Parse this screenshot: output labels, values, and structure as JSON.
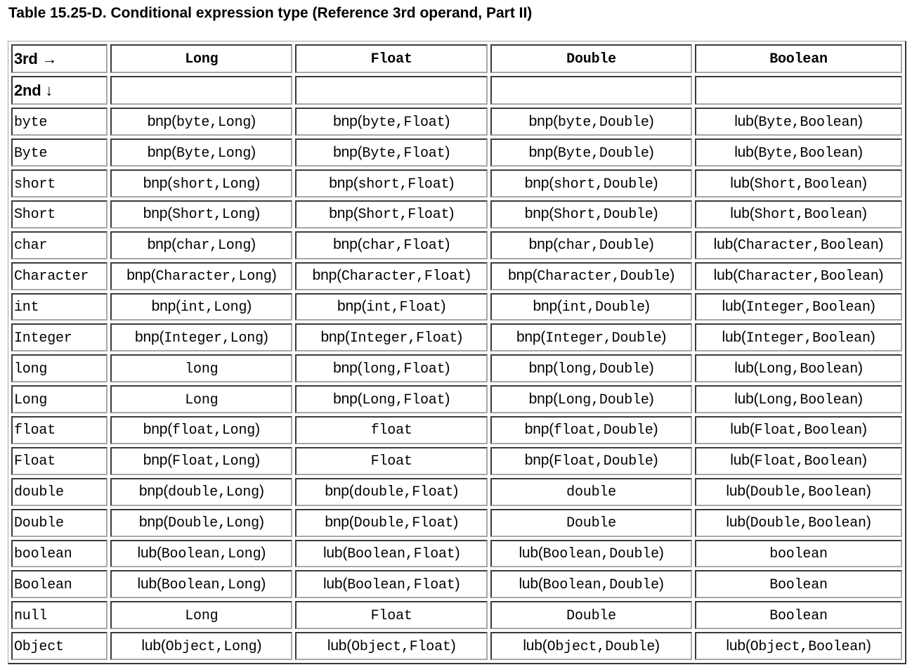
{
  "title": "Table 15.25-D. Conditional expression type (Reference 3rd operand, Part II)",
  "header": {
    "corner_top": "3rd →",
    "corner_bottom": "2nd ↓",
    "columns": [
      "Long",
      "Float",
      "Double",
      "Boolean"
    ]
  },
  "rows": [
    {
      "label": "byte",
      "cells": [
        {
          "fn": "bnp",
          "args": "byte,Long"
        },
        {
          "fn": "bnp",
          "args": "byte,Float"
        },
        {
          "fn": "bnp",
          "args": "byte,Double"
        },
        {
          "fn": "lub",
          "args": "Byte,Boolean"
        }
      ]
    },
    {
      "label": "Byte",
      "cells": [
        {
          "fn": "bnp",
          "args": "Byte,Long"
        },
        {
          "fn": "bnp",
          "args": "Byte,Float"
        },
        {
          "fn": "bnp",
          "args": "Byte,Double"
        },
        {
          "fn": "lub",
          "args": "Byte,Boolean"
        }
      ]
    },
    {
      "label": "short",
      "cells": [
        {
          "fn": "bnp",
          "args": "short,Long"
        },
        {
          "fn": "bnp",
          "args": "short,Float"
        },
        {
          "fn": "bnp",
          "args": "short,Double"
        },
        {
          "fn": "lub",
          "args": "Short,Boolean"
        }
      ]
    },
    {
      "label": "Short",
      "cells": [
        {
          "fn": "bnp",
          "args": "Short,Long"
        },
        {
          "fn": "bnp",
          "args": "Short,Float"
        },
        {
          "fn": "bnp",
          "args": "Short,Double"
        },
        {
          "fn": "lub",
          "args": "Short,Boolean"
        }
      ]
    },
    {
      "label": "char",
      "cells": [
        {
          "fn": "bnp",
          "args": "char,Long"
        },
        {
          "fn": "bnp",
          "args": "char,Float"
        },
        {
          "fn": "bnp",
          "args": "char,Double"
        },
        {
          "fn": "lub",
          "args": "Character,Boolean"
        }
      ]
    },
    {
      "label": "Character",
      "cells": [
        {
          "fn": "bnp",
          "args": "Character,Long"
        },
        {
          "fn": "bnp",
          "args": "Character,Float"
        },
        {
          "fn": "bnp",
          "args": "Character,Double"
        },
        {
          "fn": "lub",
          "args": "Character,Boolean"
        }
      ]
    },
    {
      "label": "int",
      "cells": [
        {
          "fn": "bnp",
          "args": "int,Long"
        },
        {
          "fn": "bnp",
          "args": "int,Float"
        },
        {
          "fn": "bnp",
          "args": "int,Double"
        },
        {
          "fn": "lub",
          "args": "Integer,Boolean"
        }
      ]
    },
    {
      "label": "Integer",
      "cells": [
        {
          "fn": "bnp",
          "args": "Integer,Long"
        },
        {
          "fn": "bnp",
          "args": "Integer,Float"
        },
        {
          "fn": "bnp",
          "args": "Integer,Double"
        },
        {
          "fn": "lub",
          "args": "Integer,Boolean"
        }
      ]
    },
    {
      "label": "long",
      "cells": [
        {
          "plain": "long"
        },
        {
          "fn": "bnp",
          "args": "long,Float"
        },
        {
          "fn": "bnp",
          "args": "long,Double"
        },
        {
          "fn": "lub",
          "args": "Long,Boolean"
        }
      ]
    },
    {
      "label": "Long",
      "cells": [
        {
          "plain": "Long"
        },
        {
          "fn": "bnp",
          "args": "Long,Float"
        },
        {
          "fn": "bnp",
          "args": "Long,Double"
        },
        {
          "fn": "lub",
          "args": "Long,Boolean"
        }
      ]
    },
    {
      "label": "float",
      "cells": [
        {
          "fn": "bnp",
          "args": "float,Long"
        },
        {
          "plain": "float"
        },
        {
          "fn": "bnp",
          "args": "float,Double"
        },
        {
          "fn": "lub",
          "args": "Float,Boolean"
        }
      ]
    },
    {
      "label": "Float",
      "cells": [
        {
          "fn": "bnp",
          "args": "Float,Long"
        },
        {
          "plain": "Float"
        },
        {
          "fn": "bnp",
          "args": "Float,Double"
        },
        {
          "fn": "lub",
          "args": "Float,Boolean"
        }
      ]
    },
    {
      "label": "double",
      "cells": [
        {
          "fn": "bnp",
          "args": "double,Long"
        },
        {
          "fn": "bnp",
          "args": "double,Float"
        },
        {
          "plain": "double"
        },
        {
          "fn": "lub",
          "args": "Double,Boolean"
        }
      ]
    },
    {
      "label": "Double",
      "cells": [
        {
          "fn": "bnp",
          "args": "Double,Long"
        },
        {
          "fn": "bnp",
          "args": "Double,Float"
        },
        {
          "plain": "Double"
        },
        {
          "fn": "lub",
          "args": "Double,Boolean"
        }
      ]
    },
    {
      "label": "boolean",
      "cells": [
        {
          "fn": "lub",
          "args": "Boolean,Long"
        },
        {
          "fn": "lub",
          "args": "Boolean,Float"
        },
        {
          "fn": "lub",
          "args": "Boolean,Double"
        },
        {
          "plain": "boolean"
        }
      ]
    },
    {
      "label": "Boolean",
      "cells": [
        {
          "fn": "lub",
          "args": "Boolean,Long"
        },
        {
          "fn": "lub",
          "args": "Boolean,Float"
        },
        {
          "fn": "lub",
          "args": "Boolean,Double"
        },
        {
          "plain": "Boolean"
        }
      ]
    },
    {
      "label": "null",
      "cells": [
        {
          "plain": "Long"
        },
        {
          "plain": "Float"
        },
        {
          "plain": "Double"
        },
        {
          "plain": "Boolean"
        }
      ]
    },
    {
      "label": "Object",
      "cells": [
        {
          "fn": "lub",
          "args": "Object,Long"
        },
        {
          "fn": "lub",
          "args": "Object,Float"
        },
        {
          "fn": "lub",
          "args": "Object,Double"
        },
        {
          "fn": "lub",
          "args": "Object,Boolean"
        }
      ]
    }
  ]
}
